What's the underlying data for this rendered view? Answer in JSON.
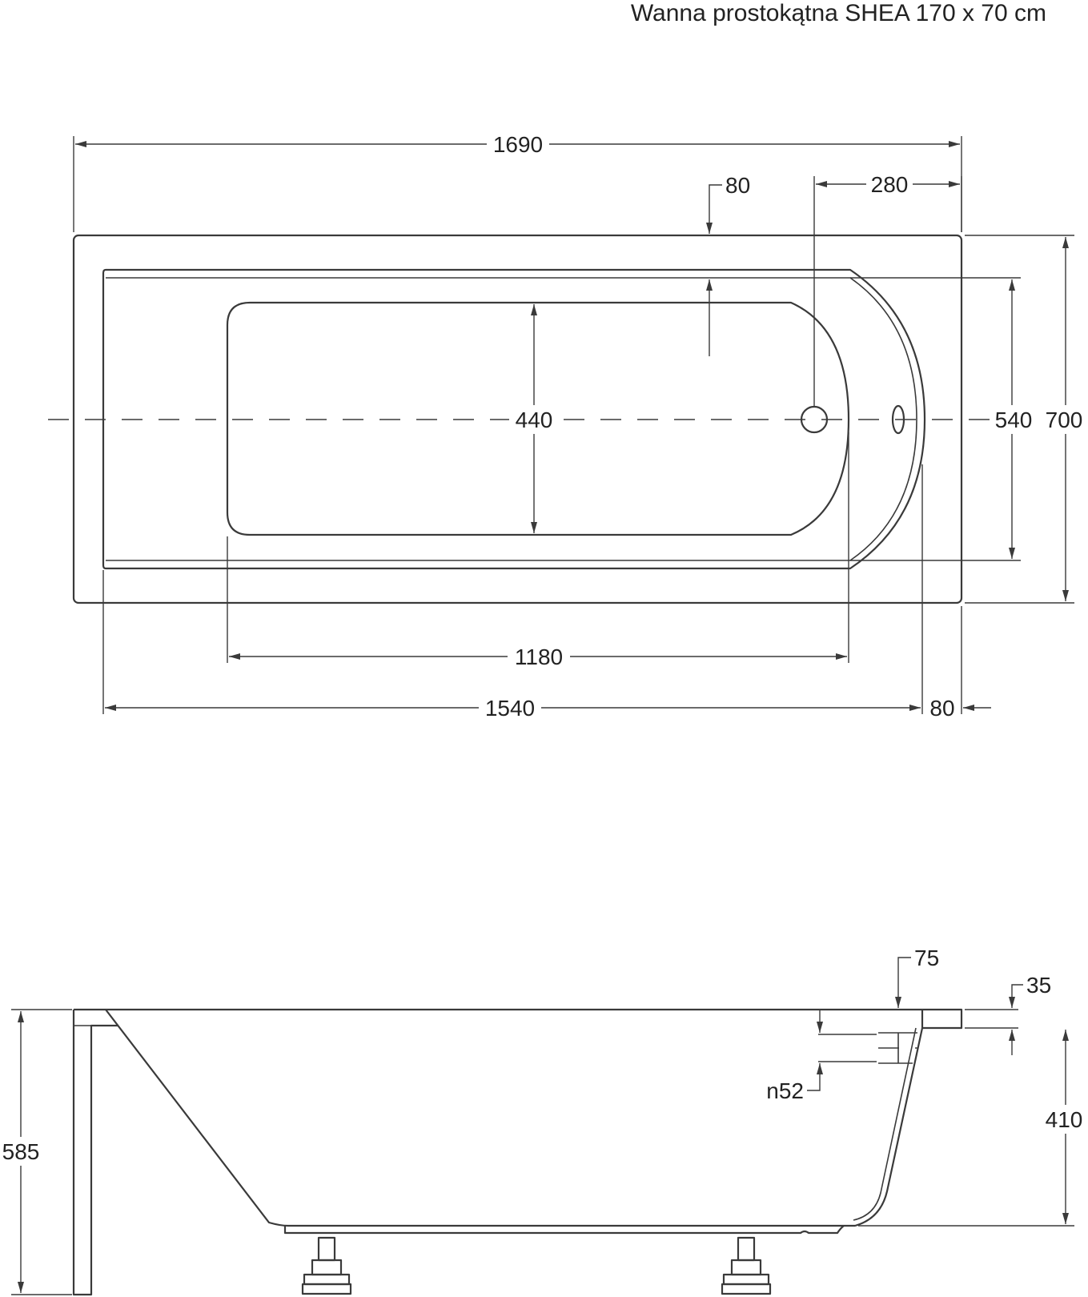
{
  "title": "Wanna prostokątna SHEA 170 x 70 cm",
  "top_view": {
    "dimensions": {
      "overall_length": "1690",
      "rim_edge": "80",
      "drain_offset": "280",
      "bottom_width": "440",
      "inner_width": "540",
      "overall_width": "700",
      "bottom_length": "1180",
      "inner_length": "1540",
      "end_rim": "80"
    }
  },
  "side_view": {
    "dimensions": {
      "overflow_offset": "75",
      "rim_thickness": "35",
      "overflow_diameter": "n52",
      "inner_depth": "410",
      "total_height": "585"
    }
  },
  "colors": {
    "line": "#3a3a3a",
    "text": "#222222",
    "background": "#ffffff"
  }
}
